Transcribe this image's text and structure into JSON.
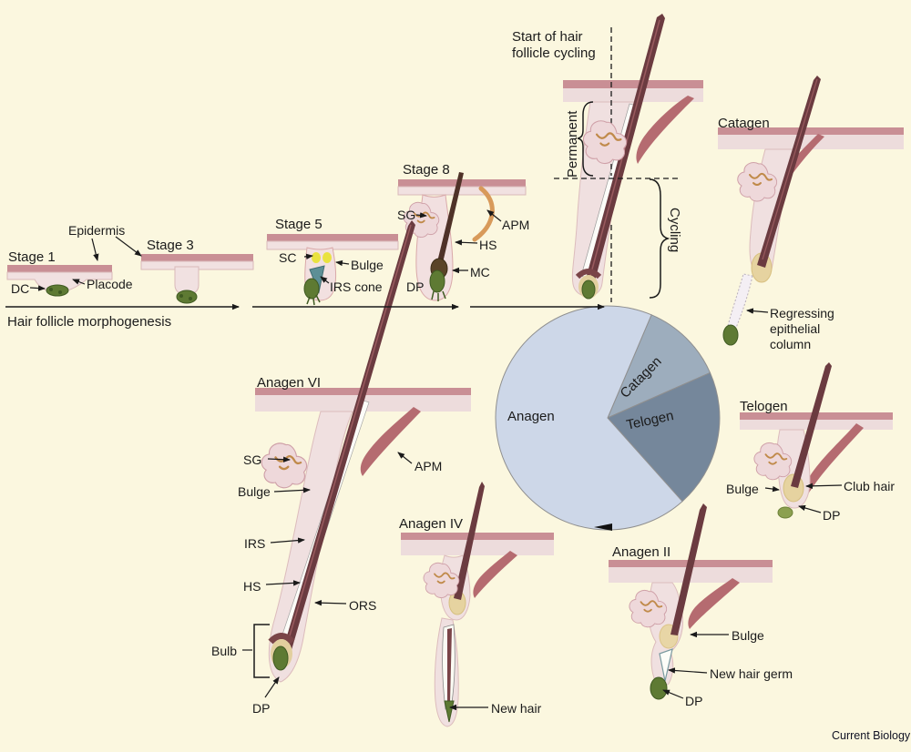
{
  "source_label": "Current Biology",
  "colors": {
    "background": "#fbf7df",
    "epidermis_band": "#c98f95",
    "dermis": "#f0e0e0",
    "hair_shaft": "#6b3b40",
    "dermal_papilla": "#5e7a33",
    "club_hair": "#e6d3a0",
    "arrector_pili": "#b56b70",
    "irs_cone": "#5d8f96",
    "stem_cells": "#e9e23f"
  },
  "morphogenesis": {
    "axis_label": "Hair follicle morphogenesis",
    "stage1": {
      "title": "Stage 1",
      "epidermis": "Epidermis",
      "dc": "DC",
      "placode": "Placode"
    },
    "stage3": {
      "title": "Stage 3"
    },
    "stage5": {
      "title": "Stage 5",
      "sc": "SC",
      "bulge": "Bulge",
      "irs_cone": "IRS cone"
    },
    "stage8": {
      "title": "Stage 8",
      "sg": "SG",
      "apm": "APM",
      "hs": "HS",
      "mc": "MC",
      "dp": "DP"
    }
  },
  "cycling": {
    "start_note": "Start of hair follicle cycling",
    "permanent": "Permanent",
    "cycling_region": "Cycling",
    "catagen": {
      "title": "Catagen",
      "regressing_column": "Regressing epithelial column"
    },
    "telogen": {
      "title": "Telogen",
      "bulge": "Bulge",
      "club_hair": "Club hair",
      "dp": "DP"
    },
    "anagen2": {
      "title": "Anagen II",
      "bulge": "Bulge",
      "new_hair_germ": "New hair germ",
      "dp": "DP"
    },
    "anagen4": {
      "title": "Anagen IV",
      "new_hair": "New hair"
    },
    "anagen6": {
      "title": "Anagen VI",
      "sg": "SG",
      "apm": "APM",
      "bulge": "Bulge",
      "irs": "IRS",
      "hs": "HS",
      "ors": "ORS",
      "bulb": "Bulb",
      "dp": "DP"
    }
  },
  "chart_data": {
    "type": "pie",
    "slices": [
      {
        "label": "Catagen",
        "percent": 12
      },
      {
        "label": "Telogen",
        "percent": 20
      },
      {
        "label": "Anagen",
        "percent": 68
      }
    ],
    "direction": "clockwise",
    "start_angle_deg": 67,
    "colors": {
      "Anagen": "#cdd7e8",
      "Catagen": "#9dadbd",
      "Telogen": "#75879b"
    }
  }
}
